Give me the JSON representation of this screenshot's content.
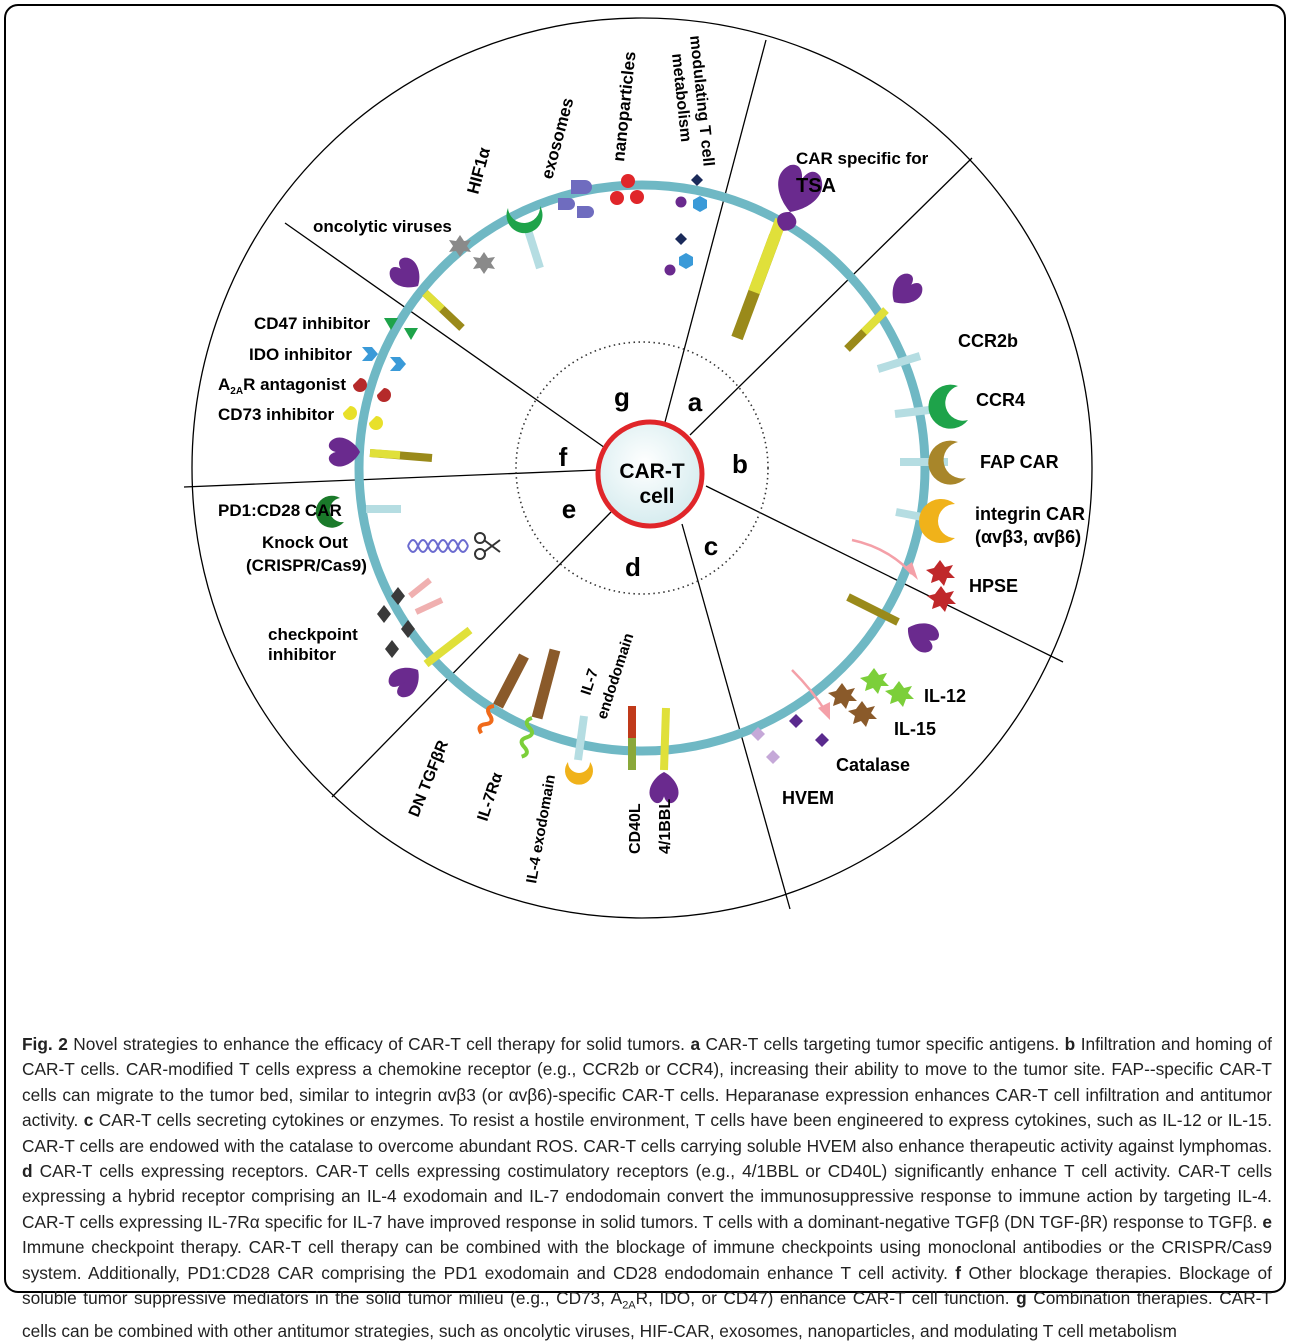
{
  "center": {
    "line1": "CAR-T",
    "line2": "cell"
  },
  "sections": [
    "a",
    "b",
    "c",
    "d",
    "e",
    "f",
    "g"
  ],
  "labels": {
    "g_top": [
      "modulating T cell",
      "metabolism"
    ],
    "nanoparticles": "nanoparticles",
    "exosomes": "exosomes",
    "hif": "HIF1α",
    "oncolytic": "oncolytic viruses",
    "car_tsa_1": "CAR specific for",
    "car_tsa_2": "TSA",
    "ccr2b": "CCR2b",
    "ccr4": "CCR4",
    "fap": "FAP CAR",
    "integrin_1": "integrin CAR",
    "integrin_2": "(αvβ3, αvβ6)",
    "hpse": "HPSE",
    "il12": "IL-12",
    "il15": "IL-15",
    "catalase": "Catalase",
    "hvem": "HVEM",
    "cd47": "CD47 inhibitor",
    "ido": "IDO inhibitor",
    "a2ar_A": "A",
    "a2ar_sub": "2A",
    "a2ar_rest": "R antagonist",
    "cd73": "CD73 inhibitor",
    "pd1": "PD1:CD28 CAR",
    "knockout_1": "Knock Out",
    "knockout_2": "(CRISPR/Cas9)",
    "checkpoint_1": "checkpoint",
    "checkpoint_2": "inhibitor",
    "dntgf": "DN TGFβR",
    "il7ra": "IL-7Rα",
    "il4exo": "IL-4 exodomain",
    "il7endo_1": "IL-7",
    "il7endo_2": "endodomain",
    "cd40l": "CD40L",
    "bbl": "4/1BBL"
  },
  "colors": {
    "ring": "#6fb8c4",
    "center_border": "#e0262a",
    "car": "#6a2a8e",
    "stalk": "#d6d62a",
    "receptor_stalk": "#b5dde2",
    "ccr2b": "#6f6cbf",
    "ccr4": "#1ea34a",
    "fap": "#a8862a",
    "integrin": "#f0b21a",
    "hpse": "#c0282a",
    "il12": "#7ccf3a",
    "il15": "#8a5a2a",
    "catalase": "#5a2a8e",
    "hvem": "#c5a8d8",
    "cd47": "#1ea34a",
    "ido": "#3a9ad8",
    "a2ar": "#b52a2a",
    "cd73": "#e8e02a",
    "pd1": "#1a7a2a",
    "dntgf": "#f06a1a",
    "il7ra": "#7ccf3a",
    "brown": "#8a5a2a"
  },
  "caption": {
    "fig": "Fig. 2",
    "intro": " Novel strategies to enhance the efficacy of CAR-T cell therapy for solid tumors. ",
    "a_lab": "a",
    "a": " CAR-T cells targeting tumor specific antigens. ",
    "b_lab": "b",
    "b": " Infiltration and homing of CAR-T cells. CAR-modified T cells express a chemokine receptor (e.g., CCR2b or CCR4), increasing their ability to move to the tumor site. FAP--specific CAR-T cells can migrate to the tumor bed, similar to integrin αvβ3 (or αvβ6)-specific CAR-T cells. Heparanase expression enhances CAR-T cell infiltration and antitumor activity. ",
    "c_lab": "c",
    "c": " CAR-T cells secreting cytokines or enzymes. To resist a hostile environment, T cells have been engineered to express cytokines, such as IL-12 or IL-15. CAR-T cells are endowed with the catalase to overcome abundant ROS. CAR-T cells carrying soluble HVEM also enhance therapeutic activity against lymphomas. ",
    "d_lab": "d",
    "d": " CAR-T cells expressing receptors. CAR-T cells expressing costimulatory receptors (e.g., 4/1BBL or CD40L) significantly enhance T cell activity. CAR-T cells expressing a hybrid receptor comprising an IL-4 exodomain and IL-7 endodomain convert the immunosuppressive response to immune action by targeting IL-4. CAR-T cells expressing IL-7Rα specific for IL-7 have improved response in solid tumors. T cells with a dominant-negative TGFβ (DN TGF-βR) response to TGFβ. ",
    "e_lab": "e",
    "e": " Immune checkpoint therapy. CAR-T cell therapy can be combined with the blockage of immune checkpoints using monoclonal antibodies or the CRISPR/Cas9 system. Additionally, PD1:CD28 CAR comprising the PD1 exodomain and CD28 endodomain enhance T cell activity. ",
    "f_lab": "f",
    "f_pre": " Other blockage therapies. Blockage of soluble tumor suppressive mediators in the solid tumor milieu (e.g., CD73, A",
    "f_sub": "2A",
    "f_post": "R, IDO, or CD47) enhance CAR-T cell function. ",
    "g_lab": "g",
    "g": " Combination therapies. CAR-T cells can be combined with other antitumor strategies, such as oncolytic viruses, HIF-CAR, exosomes, nanoparticles, and modulating T cell metabolism"
  }
}
